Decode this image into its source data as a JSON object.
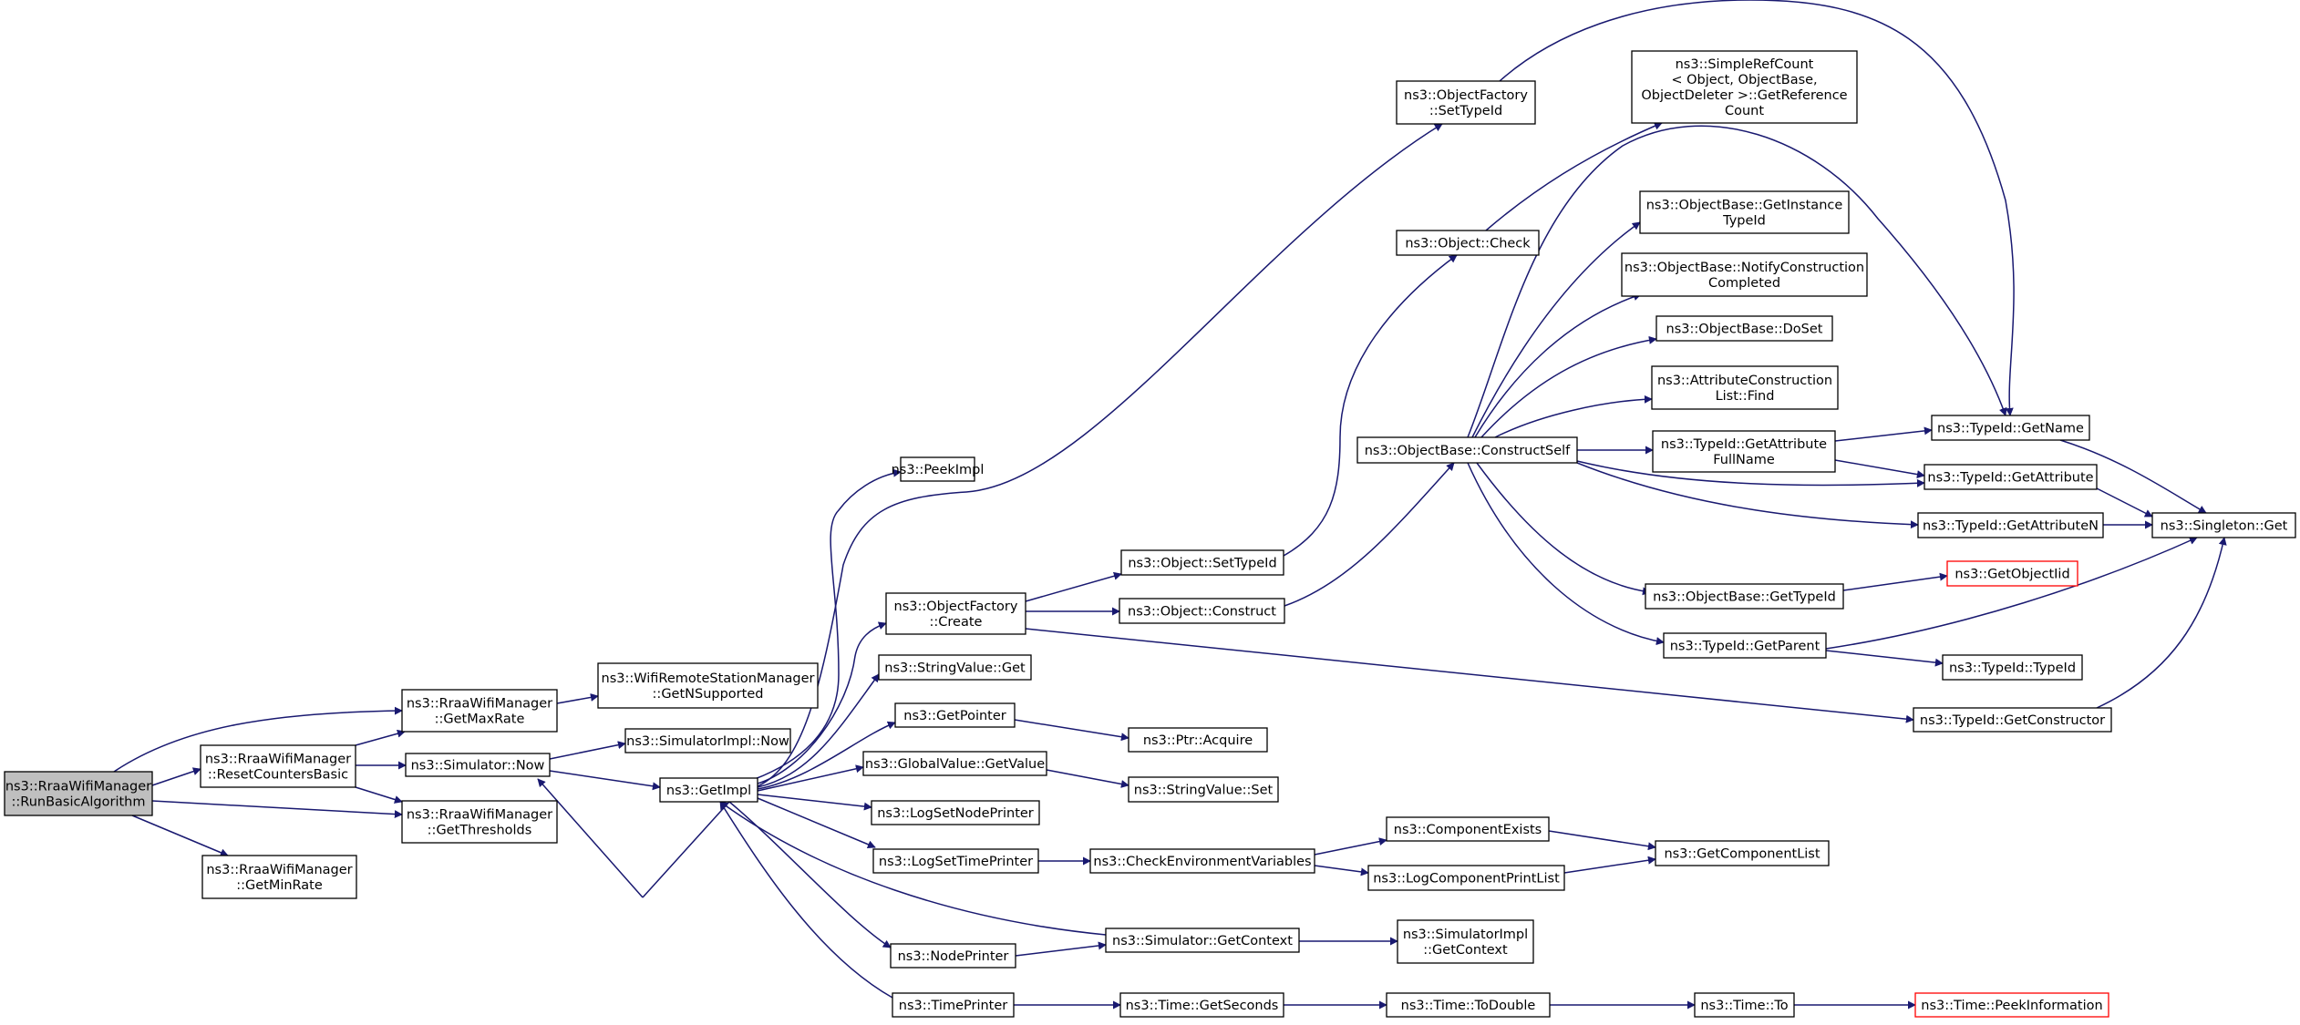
{
  "graph": {
    "edge_color": "#191970",
    "root_fill": "#bfbfbf",
    "truncated_border": "#ff0000",
    "nodes": [
      {
        "id": "run",
        "lines": [
          "ns3::RraaWifiManager",
          "::RunBasicAlgorithm"
        ],
        "style": "root"
      },
      {
        "id": "reset",
        "lines": [
          "ns3::RraaWifiManager",
          "::ResetCountersBasic"
        ]
      },
      {
        "id": "getmin",
        "lines": [
          "ns3::RraaWifiManager",
          "::GetMinRate"
        ]
      },
      {
        "id": "getmax",
        "lines": [
          "ns3::RraaWifiManager",
          "::GetMaxRate"
        ]
      },
      {
        "id": "getthr",
        "lines": [
          "ns3::RraaWifiManager",
          "::GetThresholds"
        ]
      },
      {
        "id": "simnow",
        "lines": [
          "ns3::Simulator::Now"
        ]
      },
      {
        "id": "getnsup",
        "lines": [
          "ns3::WifiRemoteStationManager",
          "::GetNSupported"
        ]
      },
      {
        "id": "simimplnow",
        "lines": [
          "ns3::SimulatorImpl::Now"
        ]
      },
      {
        "id": "getimpl",
        "lines": [
          "ns3::GetImpl"
        ]
      },
      {
        "id": "peekimpl",
        "lines": [
          "ns3::PeekImpl"
        ]
      },
      {
        "id": "ofcreate",
        "lines": [
          "ns3::ObjectFactory",
          "::Create"
        ]
      },
      {
        "id": "strget",
        "lines": [
          "ns3::StringValue::Get"
        ]
      },
      {
        "id": "getptr",
        "lines": [
          "ns3::GetPointer"
        ]
      },
      {
        "id": "gvget",
        "lines": [
          "ns3::GlobalValue::GetValue"
        ]
      },
      {
        "id": "lsnp",
        "lines": [
          "ns3::LogSetNodePrinter"
        ]
      },
      {
        "id": "lstp",
        "lines": [
          "ns3::LogSetTimePrinter"
        ]
      },
      {
        "id": "nodeprinter",
        "lines": [
          "ns3::NodePrinter"
        ]
      },
      {
        "id": "timeprinter",
        "lines": [
          "ns3::TimePrinter"
        ]
      },
      {
        "id": "ofsettype",
        "lines": [
          "ns3::ObjectFactory",
          "::SetTypeId"
        ]
      },
      {
        "id": "objsettype",
        "lines": [
          "ns3::Object::SetTypeId"
        ]
      },
      {
        "id": "objconstruct",
        "lines": [
          "ns3::Object::Construct"
        ]
      },
      {
        "id": "ptracq",
        "lines": [
          "ns3::Ptr::Acquire"
        ]
      },
      {
        "id": "strset",
        "lines": [
          "ns3::StringValue::Set"
        ]
      },
      {
        "id": "chkenv",
        "lines": [
          "ns3::CheckEnvironmentVariables"
        ]
      },
      {
        "id": "simgetctx",
        "lines": [
          "ns3::Simulator::GetContext"
        ]
      },
      {
        "id": "timegetsec",
        "lines": [
          "ns3::Time::GetSeconds"
        ]
      },
      {
        "id": "objcheck",
        "lines": [
          "ns3::Object::Check"
        ]
      },
      {
        "id": "obconstructself",
        "lines": [
          "ns3::ObjectBase::ConstructSelf"
        ]
      },
      {
        "id": "compexists",
        "lines": [
          "ns3::ComponentExists"
        ]
      },
      {
        "id": "logcompprint",
        "lines": [
          "ns3::LogComponentPrintList"
        ]
      },
      {
        "id": "simimplgetctx",
        "lines": [
          "ns3::SimulatorImpl",
          "::GetContext"
        ]
      },
      {
        "id": "timetodouble",
        "lines": [
          "ns3::Time::ToDouble"
        ]
      },
      {
        "id": "srcgetref",
        "lines": [
          "ns3::SimpleRefCount",
          "< Object, ObjectBase,",
          " ObjectDeleter >::GetReference",
          "Count"
        ]
      },
      {
        "id": "obgetinst",
        "lines": [
          "ns3::ObjectBase::GetInstance",
          "TypeId"
        ]
      },
      {
        "id": "obnotify",
        "lines": [
          "ns3::ObjectBase::NotifyConstruction",
          "Completed"
        ]
      },
      {
        "id": "obdoset",
        "lines": [
          "ns3::ObjectBase::DoSet"
        ]
      },
      {
        "id": "acfind",
        "lines": [
          "ns3::AttributeConstruction",
          "List::Find"
        ]
      },
      {
        "id": "tidgetattrfull",
        "lines": [
          "ns3::TypeId::GetAttribute",
          "FullName"
        ]
      },
      {
        "id": "obgettypeid",
        "lines": [
          "ns3::ObjectBase::GetTypeId"
        ]
      },
      {
        "id": "tidgetparent",
        "lines": [
          "ns3::TypeId::GetParent"
        ]
      },
      {
        "id": "getcomplist",
        "lines": [
          "ns3::GetComponentList"
        ]
      },
      {
        "id": "timeto",
        "lines": [
          "ns3::Time::To"
        ]
      },
      {
        "id": "tidgetname",
        "lines": [
          "ns3::TypeId::GetName"
        ]
      },
      {
        "id": "tidgetattr",
        "lines": [
          "ns3::TypeId::GetAttribute"
        ]
      },
      {
        "id": "tidgetattrn",
        "lines": [
          "ns3::TypeId::GetAttributeN"
        ]
      },
      {
        "id": "getobjectiid",
        "lines": [
          "ns3::GetObjectIid"
        ],
        "style": "truncated"
      },
      {
        "id": "tidtypeid",
        "lines": [
          "ns3::TypeId::TypeId"
        ]
      },
      {
        "id": "tidgetctor",
        "lines": [
          "ns3::TypeId::GetConstructor"
        ]
      },
      {
        "id": "timepeek",
        "lines": [
          "ns3::Time::PeekInformation"
        ],
        "style": "truncated"
      },
      {
        "id": "singget",
        "lines": [
          "ns3::Singleton::Get"
        ]
      }
    ]
  }
}
